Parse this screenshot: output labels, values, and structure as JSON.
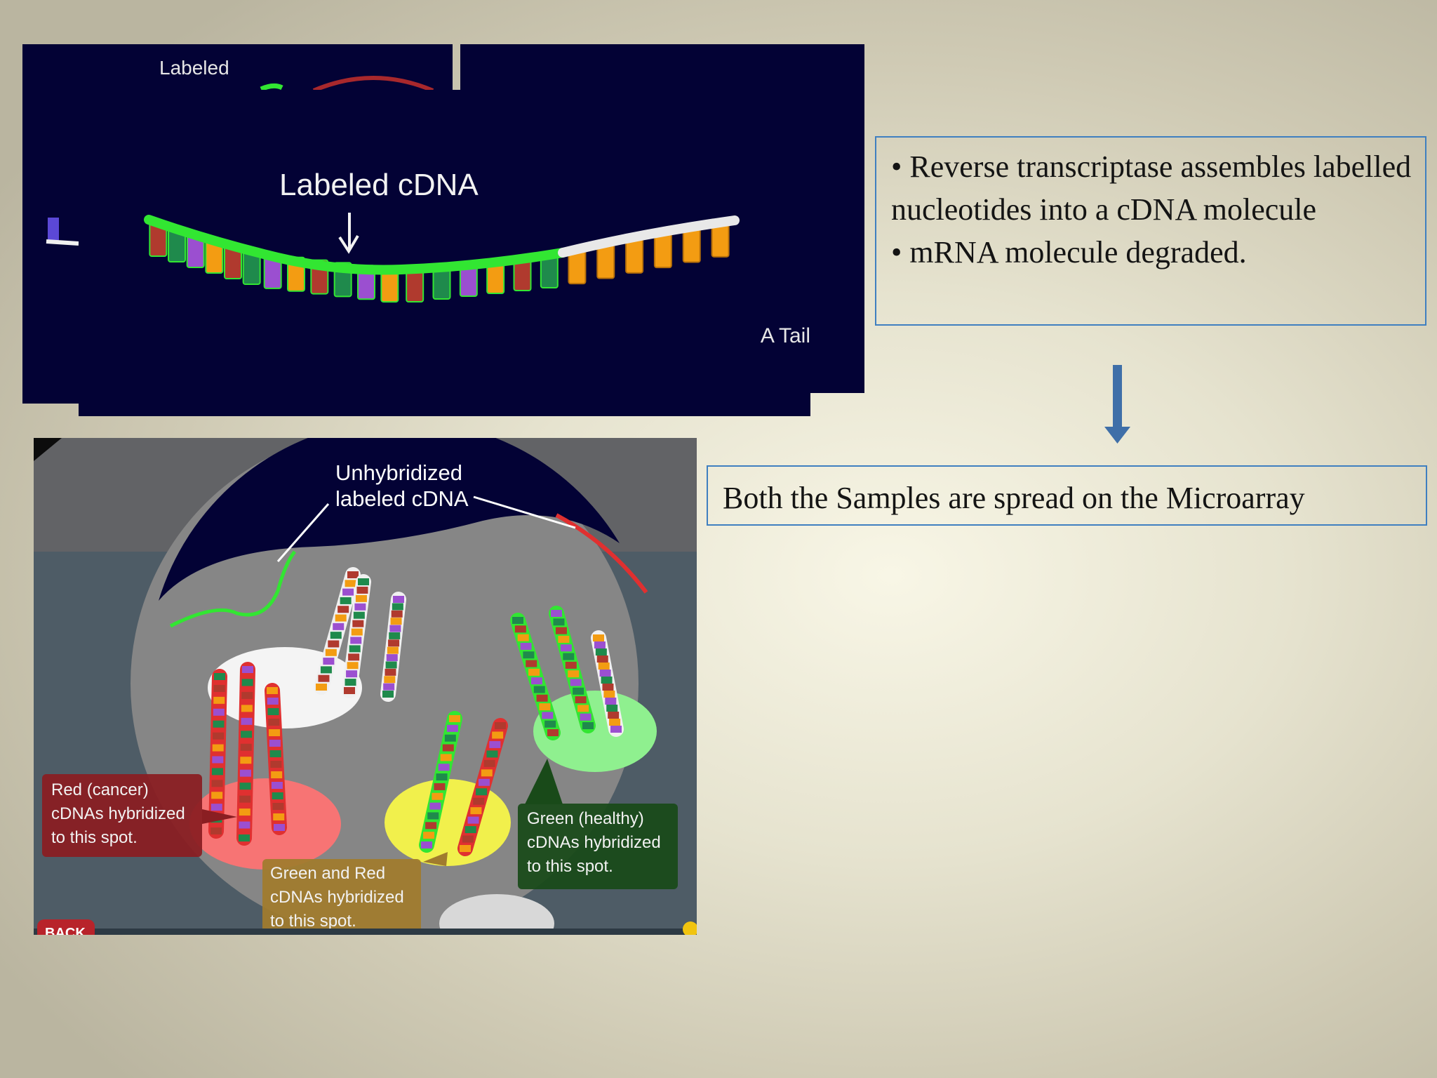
{
  "top_figure": {
    "back_label": "Labeled",
    "label": "Labeled cDNA",
    "tail_label": "A Tail"
  },
  "bottom_figure": {
    "unhybridized_label": [
      "Unhybridized",
      "labeled cDNA"
    ],
    "red_spot_label": [
      "Red (cancer)",
      "cDNAs hybridized",
      "to this spot."
    ],
    "green_spot_label": [
      "Green (healthy)",
      "cDNAs hybridized",
      "to this spot."
    ],
    "yellow_spot_label": [
      "Green and Red",
      "cDNAs hybridized",
      "to this spot."
    ],
    "back_button": "BACK"
  },
  "text_steps": [
    "• Reverse transcriptase assembles labelled nucleotides into a cDNA molecule",
    "• mRNA molecule degraded."
  ],
  "text_spread": "Both the Samples are spread on the Microarray",
  "colors": {
    "panel_background": "#030235",
    "box_border": "#3f7fc0",
    "arrow": "#3f6fa8",
    "strand_green": "#32e632"
  }
}
